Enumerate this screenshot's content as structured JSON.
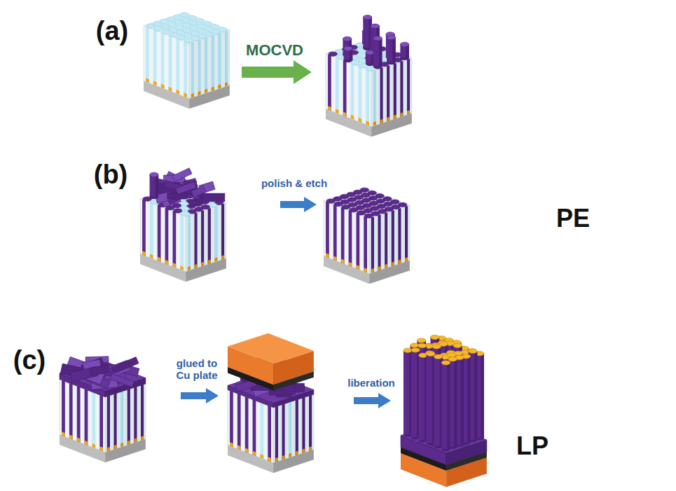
{
  "diagram": {
    "labels": [
      "(a)",
      "MOCVD",
      "(b)",
      "polish & etch",
      "PE",
      "(c)",
      "glued to Cu plate",
      "liberation",
      "LP"
    ]
  }
}
